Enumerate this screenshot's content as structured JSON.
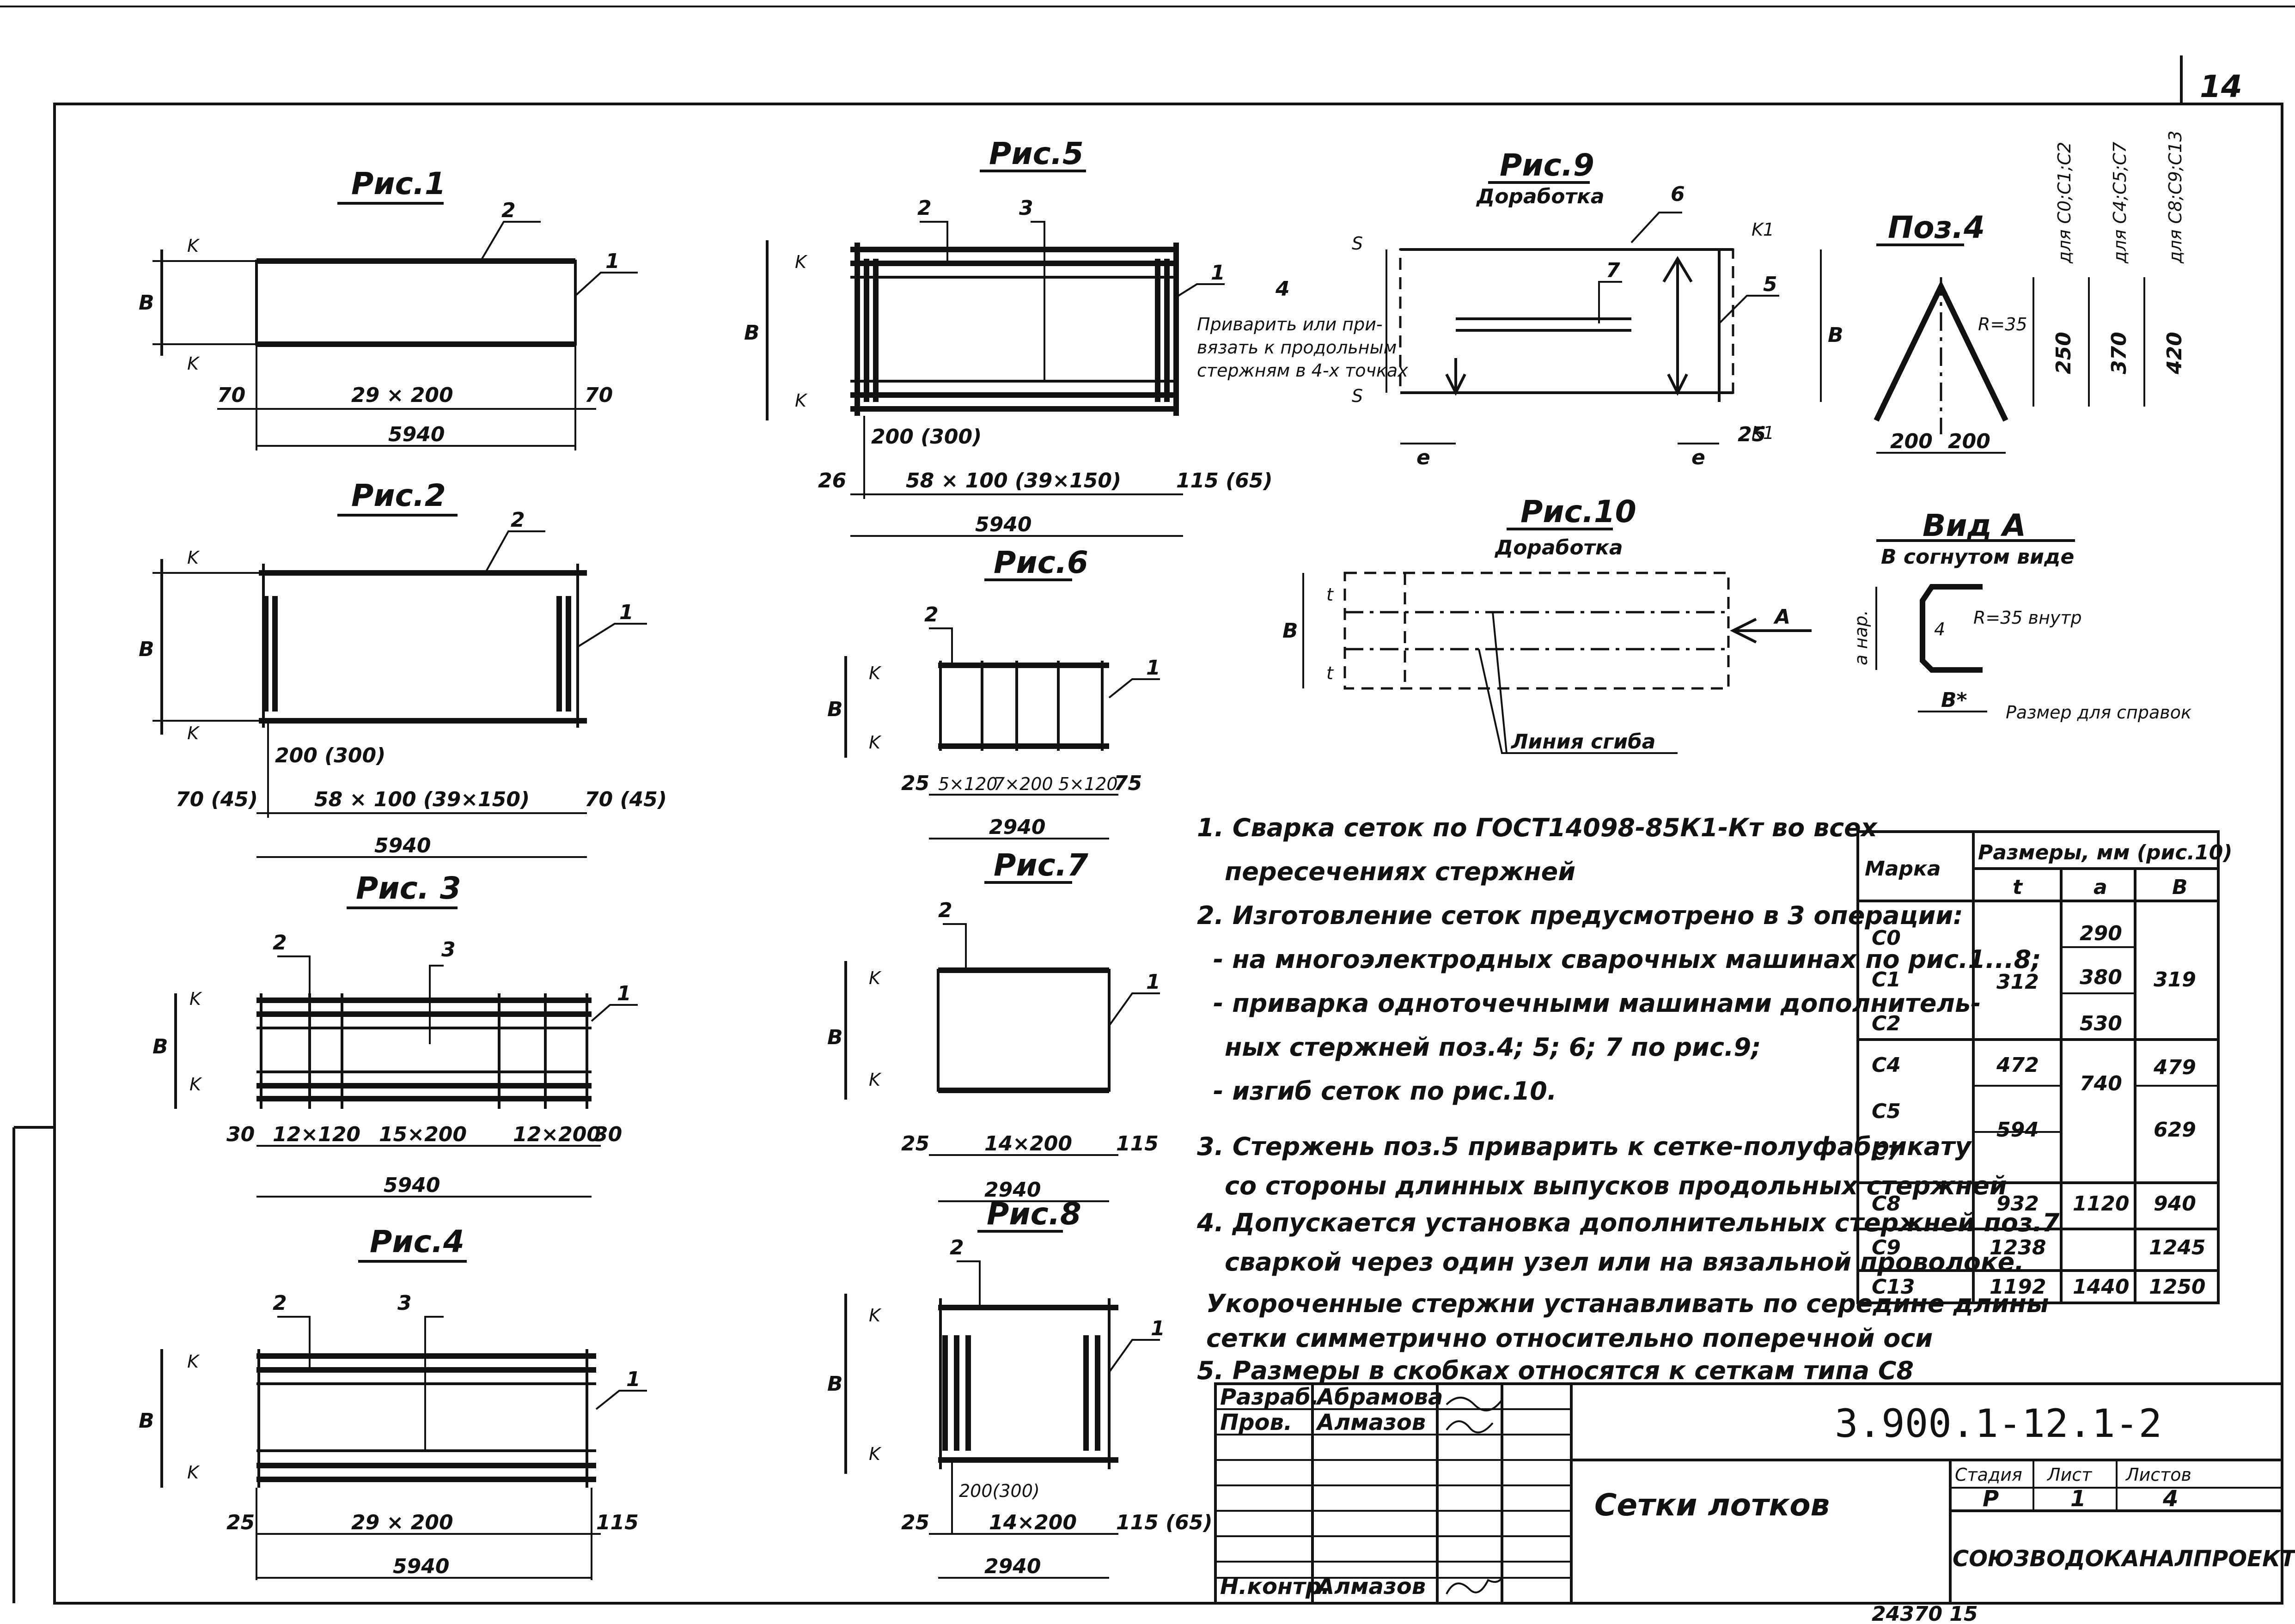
{
  "sheet": {
    "sheet_number": "14",
    "bottom_note": "24370  15"
  },
  "figures": {
    "fig1": {
      "title": "Рис.1",
      "pos1": "1",
      "pos2": "2",
      "b": "B",
      "k": "K",
      "edge_l": "70",
      "edge_r": "70",
      "pitch": "29 × 200",
      "total": "5940"
    },
    "fig2": {
      "title": "Рис.2",
      "pos1": "1",
      "pos2": "2",
      "b": "B",
      "k": "K",
      "edge_l": "70 (45)",
      "edge_r": "70 (45)",
      "pitch": "58 × 100 (39×150)",
      "ext": "200 (300)",
      "total": "5940"
    },
    "fig3": {
      "title": "Рис. 3",
      "pos1": "1",
      "pos2": "2",
      "pos3": "3",
      "b": "B",
      "k": "K",
      "edge_l": "30",
      "seg1": "12×120",
      "seg2": "15×200",
      "seg3": "12×200",
      "edge_r": "30",
      "total": "5940"
    },
    "fig4": {
      "title": "Рис.4",
      "pos1": "1",
      "pos2": "2",
      "pos3": "3",
      "b": "B",
      "k": "K",
      "edge_l": "25",
      "pitch": "29 × 200",
      "edge_r": "115",
      "total": "5940"
    },
    "fig5": {
      "title": "Рис.5",
      "pos1": "1",
      "pos2": "2",
      "pos3": "3",
      "pos4": "4",
      "b": "B",
      "k": "K",
      "ext": "200 (300)",
      "edge_l": "26",
      "pitch": "58 × 100 (39×150)",
      "edge_r": "115 (65)",
      "total": "5940",
      "note_l1": "Приварить или при-",
      "note_l2": "вязать к продольным",
      "note_l3": "стержням в 4-х точках"
    },
    "fig6": {
      "title": "Рис.6",
      "pos1": "1",
      "pos2": "2",
      "b": "B",
      "k": "K",
      "edge_l": "25",
      "seg1": "5×120",
      "seg2": "7×200",
      "seg3": "5×120",
      "edge_r": "75",
      "total": "2940"
    },
    "fig7": {
      "title": "Рис.7",
      "pos1": "1",
      "pos2": "2",
      "b": "B",
      "k": "K",
      "edge_l": "25",
      "pitch": "14×200",
      "edge_r": "115",
      "total": "2940"
    },
    "fig8": {
      "title": "Рис.8",
      "pos1": "1",
      "pos2": "2",
      "b": "B",
      "k": "K",
      "ext": "200(300)",
      "edge_l": "25",
      "pitch": "14×200",
      "edge_r": "115 (65)",
      "total": "2940"
    },
    "fig9": {
      "title": "Рис.9",
      "subtitle": "Доработка",
      "pos5": "5",
      "pos6": "6",
      "pos7": "7",
      "s": "S",
      "k1": "K1",
      "b": "B",
      "e": "e",
      "dim25": "25"
    },
    "fig10": {
      "title": "Рис.10",
      "subtitle": "Доработка",
      "b": "B",
      "t": "t",
      "arrow": "A",
      "bend_line": "Линия сгиба"
    },
    "pos4": {
      "title": "Поз.4",
      "radius": "R=35",
      "w1": "200",
      "w2": "200",
      "h1": "250",
      "h2": "370",
      "h3": "420",
      "for1": "для C0;C1;C2",
      "for2": "для C4;C5;C7",
      "for3": "для C8;C9;C13"
    },
    "viewA": {
      "title": "Вид А",
      "subtitle": "В согнутом виде",
      "radius": "R=35 внутр",
      "pos": "4",
      "a_nar": "a нар.",
      "b_star": "B*",
      "ref": "Размер для справок"
    }
  },
  "notes": [
    "1. Сварка сеток по ГОСТ14098-85К1-Кт во всех",
    "пересечениях стержней",
    "2. Изготовление сеток предусмотрено в 3 операции:",
    "- на многоэлектродных сварочных машинах по рис.1...8;",
    "- приварка одноточечными машинами дополнитель-",
    "ных стержней поз.4; 5; 6; 7 по рис.9;",
    "- изгиб сеток по рис.10.",
    "3. Стержень поз.5 приварить к сетке-полуфабрикату",
    "со стороны длинных выпусков продольных стержней",
    "4. Допускается установка дополнительных стержней поз.7",
    "сваркой через один узел или на вязальной проволоке.",
    "Укороченные стержни устанавливать по середине длины",
    "сетки симметрично относительно поперечной оси",
    "5. Размеры в скобках относятся к сеткам типа С8"
  ],
  "table": {
    "h_mark": "Марка",
    "h_sizes": "Размеры, мм (рис.10)",
    "h_t": "t",
    "h_a": "a",
    "h_b": "B",
    "marks": [
      "C0",
      "C1",
      "C2",
      "C4",
      "C5",
      "C7",
      "C8",
      "C9",
      "C13"
    ],
    "t_vals": [
      "312",
      "472",
      "594",
      "932",
      "1238",
      "1192"
    ],
    "a_vals": [
      "290",
      "380",
      "530",
      "740",
      "1120",
      "1440"
    ],
    "b_vals": [
      "319",
      "479",
      "629",
      "940",
      "1245",
      "1250"
    ]
  },
  "title_block": {
    "designed_label": "Разраб.",
    "designed_name": "Абрамова",
    "checked_label": "Пров.",
    "checked_name": "Алмазов",
    "norm_label": "Н.контр.",
    "norm_name": "Алмазов",
    "code": "3.900.1-12.1-2",
    "name": "Сетки лотков",
    "stage_label": "Стадия",
    "stage": "Р",
    "sheet_label": "Лист",
    "sheet": "1",
    "sheets_label": "Листов",
    "sheets": "4",
    "org": "СОЮЗВОДОКАНАЛПРОЕКТ"
  }
}
